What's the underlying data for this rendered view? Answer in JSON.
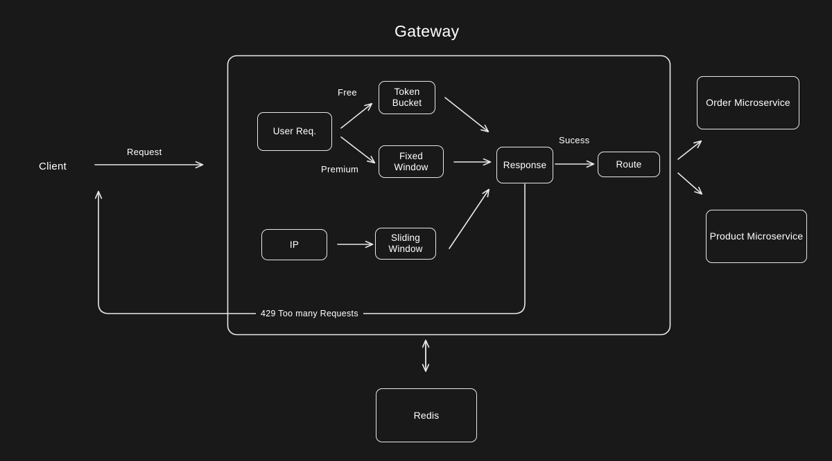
{
  "diagram": {
    "title": "Gateway",
    "background_color": "#191919",
    "stroke_color": "#e9e9e9",
    "text_color": "#ffffff"
  },
  "actors": {
    "client": "Client"
  },
  "gateway": {
    "title": "Gateway",
    "nodes": {
      "user_req": "User Req.",
      "token_bucket": "Token\nBucket",
      "fixed_window": "Fixed\nWindow",
      "ip": "IP",
      "sliding_window": "Sliding\nWindow",
      "response": "Response",
      "route": "Route"
    }
  },
  "services": {
    "order": "Order Microservice",
    "product": "Product Microservice"
  },
  "datastore": {
    "redis": "Redis"
  },
  "edges": {
    "request": "Request",
    "free": "Free",
    "premium": "Premium",
    "success": "Sucess",
    "too_many_requests": "429 Too many Requests"
  }
}
